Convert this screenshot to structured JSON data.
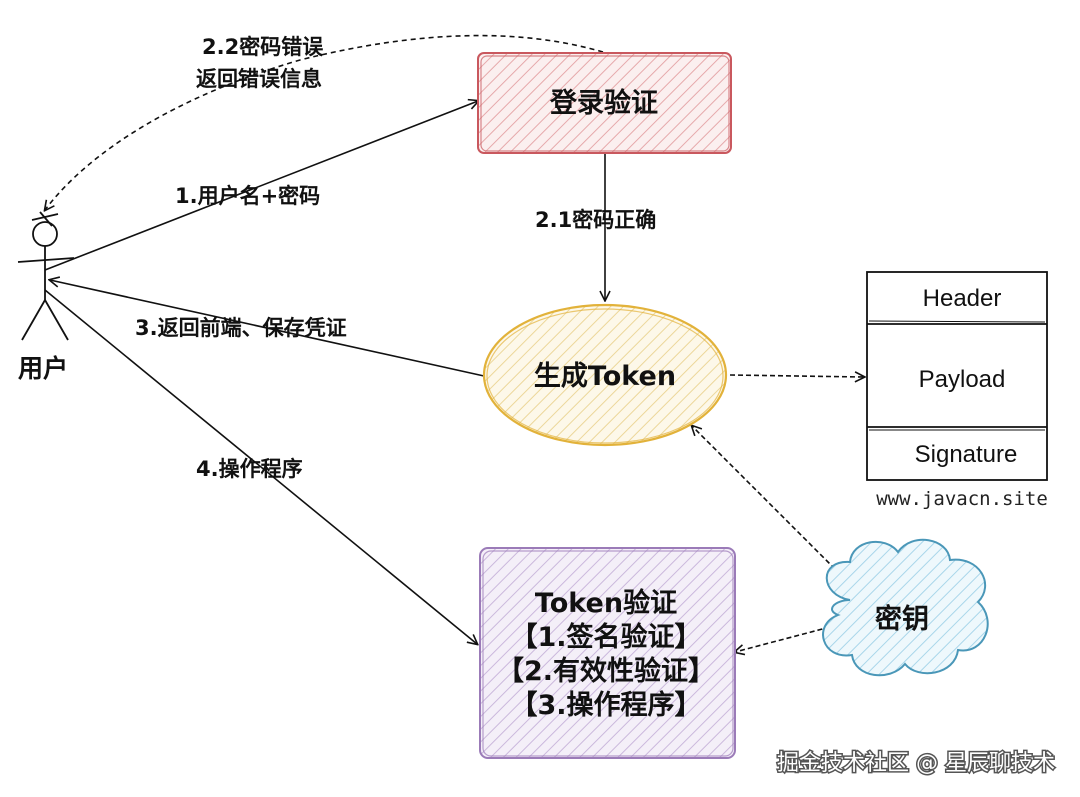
{
  "nodes": {
    "user": {
      "label": "用户"
    },
    "login_verify": {
      "label": "登录验证",
      "fill": "#f3d6d6",
      "stroke": "#c9585e"
    },
    "generate_token": {
      "label": "生成Token",
      "fill": "#f7efd2",
      "stroke": "#e2b23a"
    },
    "token_verify": {
      "lines": [
        "Token验证",
        "【1.签名验证】",
        "【2.有效性验证】",
        "【3.操作程序】"
      ],
      "fill": "#e6dcef",
      "stroke": "#9b7bb8"
    },
    "secret_key": {
      "label": "密钥",
      "fill": "#d8eef7",
      "stroke": "#4a97b8"
    },
    "jwt_structure": {
      "parts": [
        "Header",
        "Payload",
        "Signature"
      ]
    }
  },
  "edges": {
    "e1": {
      "label": "1.用户名+密码"
    },
    "e2_1": {
      "label": "2.1密码正确"
    },
    "e2_2": {
      "lines": [
        "2.2密码错误",
        "返回错误信息"
      ]
    },
    "e3": {
      "label": "3.返回前端、保存凭证"
    },
    "e4": {
      "label": "4.操作程序"
    }
  },
  "site_label": "www.javacn.site",
  "watermark": "掘金技术社区 @ 星辰聊技术"
}
